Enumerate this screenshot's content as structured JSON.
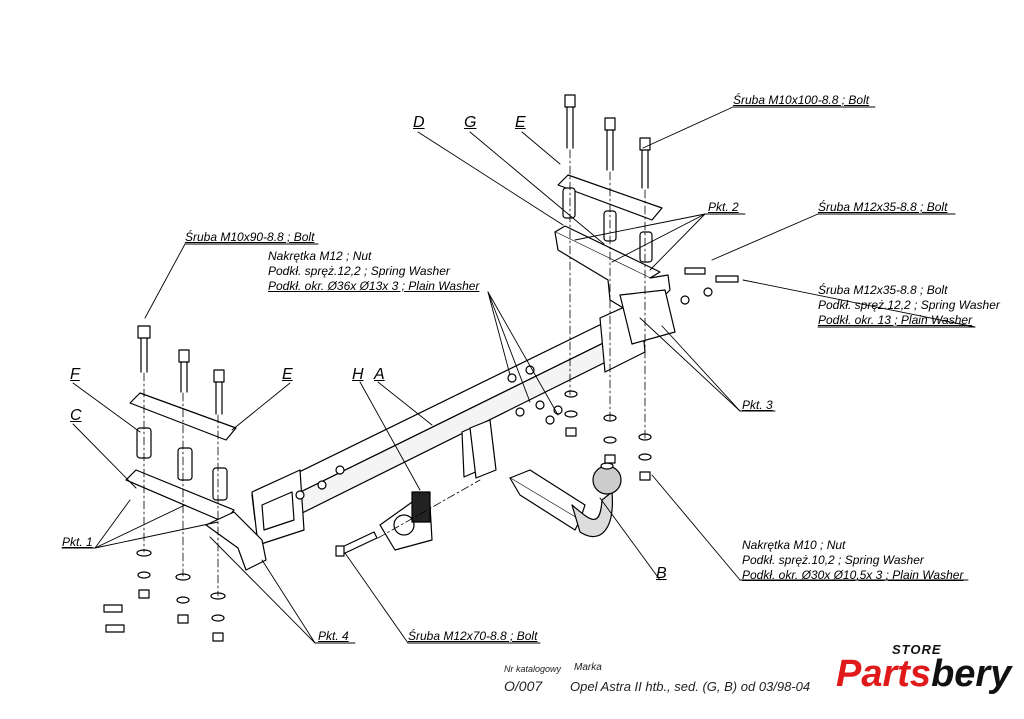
{
  "labels": {
    "bolt_m10x100": "Śruba M10x100-8.8 ;  Bolt",
    "pkt2": "Pkt. 2",
    "bolt_m12x35_top": "Śruba M12x35-8.8 ;  Bolt",
    "bolt_m12x35_group": [
      "Śruba M12x35-8.8 ;  Bolt",
      "Podkł. spręż.12,2 ; Spring Washer",
      "Podkł. okr. 13 ; Plain Washer"
    ],
    "bolt_m10x90": "Śruba M10x90-8.8 ;  Bolt",
    "nut_m12_group": [
      "Nakrętka  M12 ; Nut",
      "Podkł. spręż.12,2 ; Spring Washer",
      "Podkł. okr.  Ø36x Ø13x 3 ; Plain Washer"
    ],
    "pkt3": "Pkt. 3",
    "pkt1": "Pkt. 1",
    "pkt4": "Pkt. 4",
    "bolt_m12x70": "Śruba M12x70-8.8 ;  Bolt",
    "nut_m10_group": [
      "Nakrętka  M10 ; Nut",
      "Podkł. spręż.10,2 ; Spring Washer",
      "Podkł. okr.  Ø30x Ø10,5x 3 ; Plain Washer"
    ],
    "letter_d": "D",
    "letter_g": "G",
    "letter_e_top": "E",
    "letter_f": "F",
    "letter_e_left": "E",
    "letter_c": "C",
    "letter_h": "H",
    "letter_a": "A",
    "letter_b": "B"
  },
  "footer": {
    "catalog_label": "Nr katalogowy",
    "make_label": "Marka",
    "catalog_no": "O/007",
    "vehicle": "Opel Astra II htb., sed. (G, B)  od  03/98-04"
  },
  "brand": {
    "store": "STORE",
    "name_part1": "Parts",
    "name_part2": "bery",
    "accent_color": "#e01a1a"
  }
}
